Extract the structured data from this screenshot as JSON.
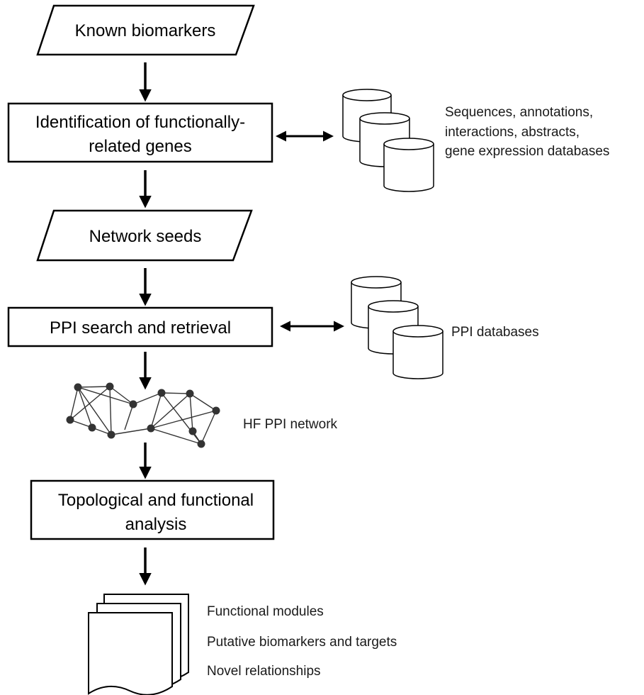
{
  "steps": {
    "known_biomarkers": "Known biomarkers",
    "identification_line1": "Identification of functionally-",
    "identification_line2": "related genes",
    "network_seeds": "Network seeds",
    "ppi_search": "PPI search and retrieval",
    "topological_line1": "Topological and functional",
    "topological_line2": "analysis"
  },
  "resources": {
    "databases_line1": "Sequences, annotations,",
    "databases_line2": "interactions, abstracts,",
    "databases_line3": "gene expression databases",
    "ppi_databases": "PPI databases",
    "network_label": "HF PPI network"
  },
  "outputs": {
    "item1": "Functional modules",
    "item2": "Putative biomarkers and targets",
    "item3": "Novel relationships"
  }
}
